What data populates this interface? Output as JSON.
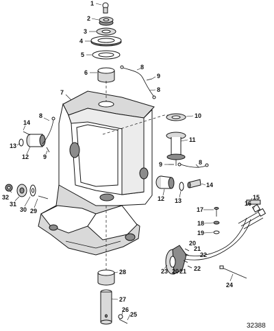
{
  "figure_number": "32388",
  "callouts": [
    "1",
    "2",
    "3",
    "4",
    "5",
    "6",
    "7",
    "8",
    "8",
    "9",
    "10",
    "11",
    "9",
    "8",
    "8",
    "9",
    "14",
    "13",
    "12",
    "12",
    "13",
    "14",
    "32",
    "31",
    "30",
    "29",
    "17",
    "15",
    "16",
    "18",
    "19",
    "20",
    "21",
    "22",
    "20",
    "21",
    "22",
    "23",
    "24",
    "28",
    "27",
    "26",
    "25"
  ],
  "colors": {
    "line": "#111111",
    "fill_light": "#ffffff",
    "fill_mid": "#d9d9d9",
    "fill_dark": "#8c8c8c",
    "background": "#ffffff"
  }
}
